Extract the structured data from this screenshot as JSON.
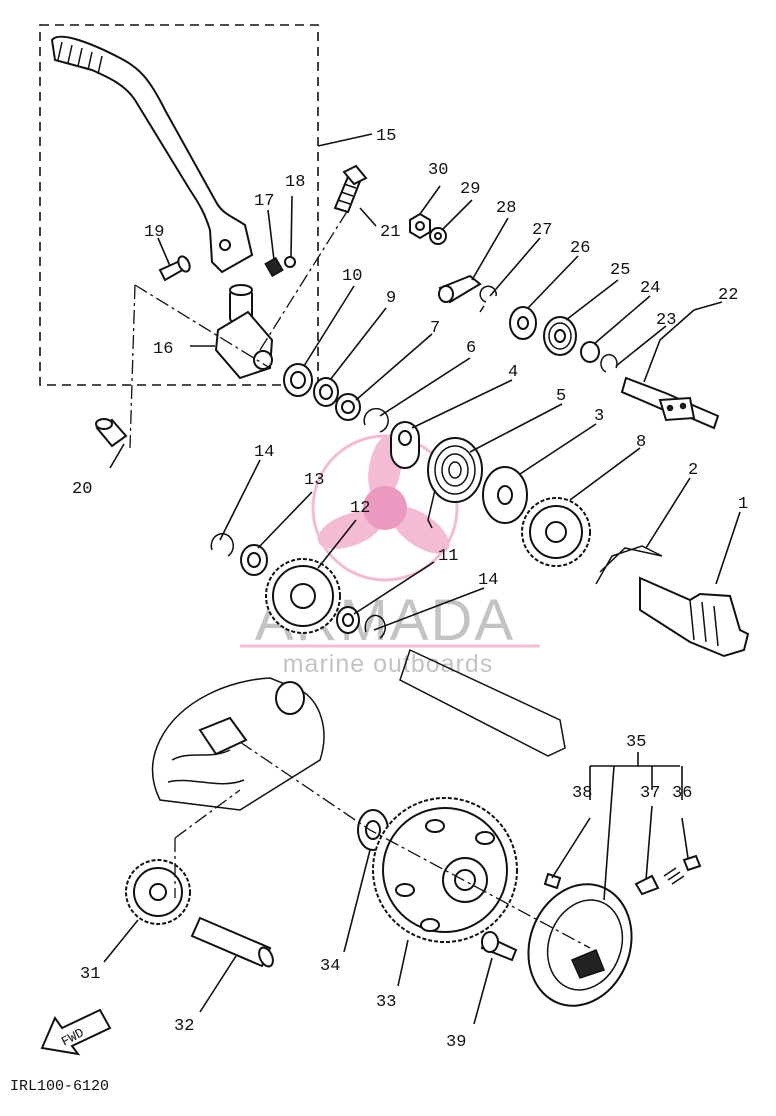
{
  "watermark": {
    "brand": "ARMADA",
    "tagline": "marine outboards",
    "brand_color": "#b9b9b9",
    "accent_color": "#f2b4d0"
  },
  "figure_code": "IRL100-6120",
  "direction_label": "FWD",
  "callouts": [
    "1",
    "2",
    "3",
    "4",
    "5",
    "6",
    "7",
    "8",
    "9",
    "10",
    "11",
    "12",
    "13",
    "14",
    "14",
    "15",
    "16",
    "17",
    "18",
    "19",
    "20",
    "21",
    "22",
    "23",
    "24",
    "25",
    "26",
    "27",
    "28",
    "29",
    "30",
    "31",
    "32",
    "33",
    "34",
    "35",
    "36",
    "37",
    "38",
    "39"
  ]
}
